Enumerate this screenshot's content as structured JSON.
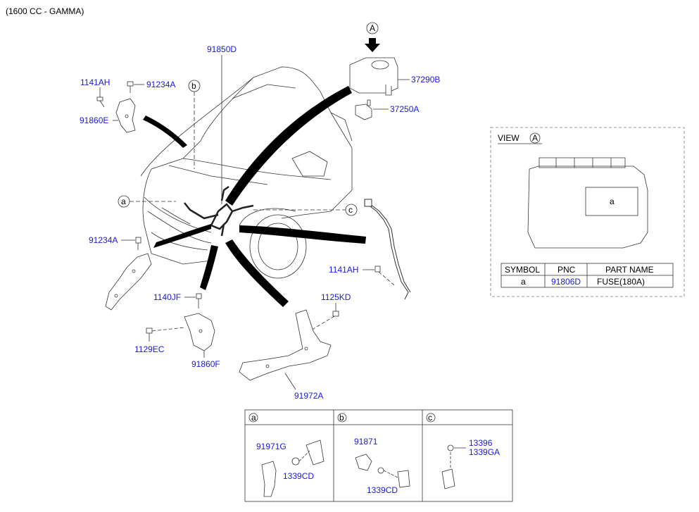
{
  "header": {
    "title": "(1600 CC - GAMMA)"
  },
  "callouts": {
    "view_a": "A",
    "b": "b",
    "a": "a",
    "c": "c"
  },
  "parts": {
    "p91850D": "91850D",
    "p37290B": "37290B",
    "p37250A": "37250A",
    "p1141AH_top": "1141AH",
    "p91234A_top": "91234A",
    "p91860E": "91860E",
    "p91234A_mid": "91234A",
    "p1141AH_right": "1141AH",
    "p1140JF": "1140JF",
    "p1125KD": "1125KD",
    "p1129EC": "1129EC",
    "p91860F": "91860F",
    "p91972A": "91972A"
  },
  "view_panel": {
    "title": "VIEW",
    "callout": "A",
    "box_label": "a",
    "table": {
      "headers": [
        "SYMBOL",
        "PNC",
        "PART NAME"
      ],
      "rows": [
        {
          "symbol": "a",
          "pnc": "91806D",
          "part_name": "FUSE(180A)"
        }
      ]
    }
  },
  "detail": {
    "a": {
      "tag": "a",
      "parts": [
        "91971G",
        "1339CD"
      ]
    },
    "b": {
      "tag": "b",
      "parts": [
        "91871",
        "1339CD"
      ]
    },
    "c": {
      "tag": "c",
      "parts": [
        "13396",
        "1339GA"
      ]
    }
  }
}
